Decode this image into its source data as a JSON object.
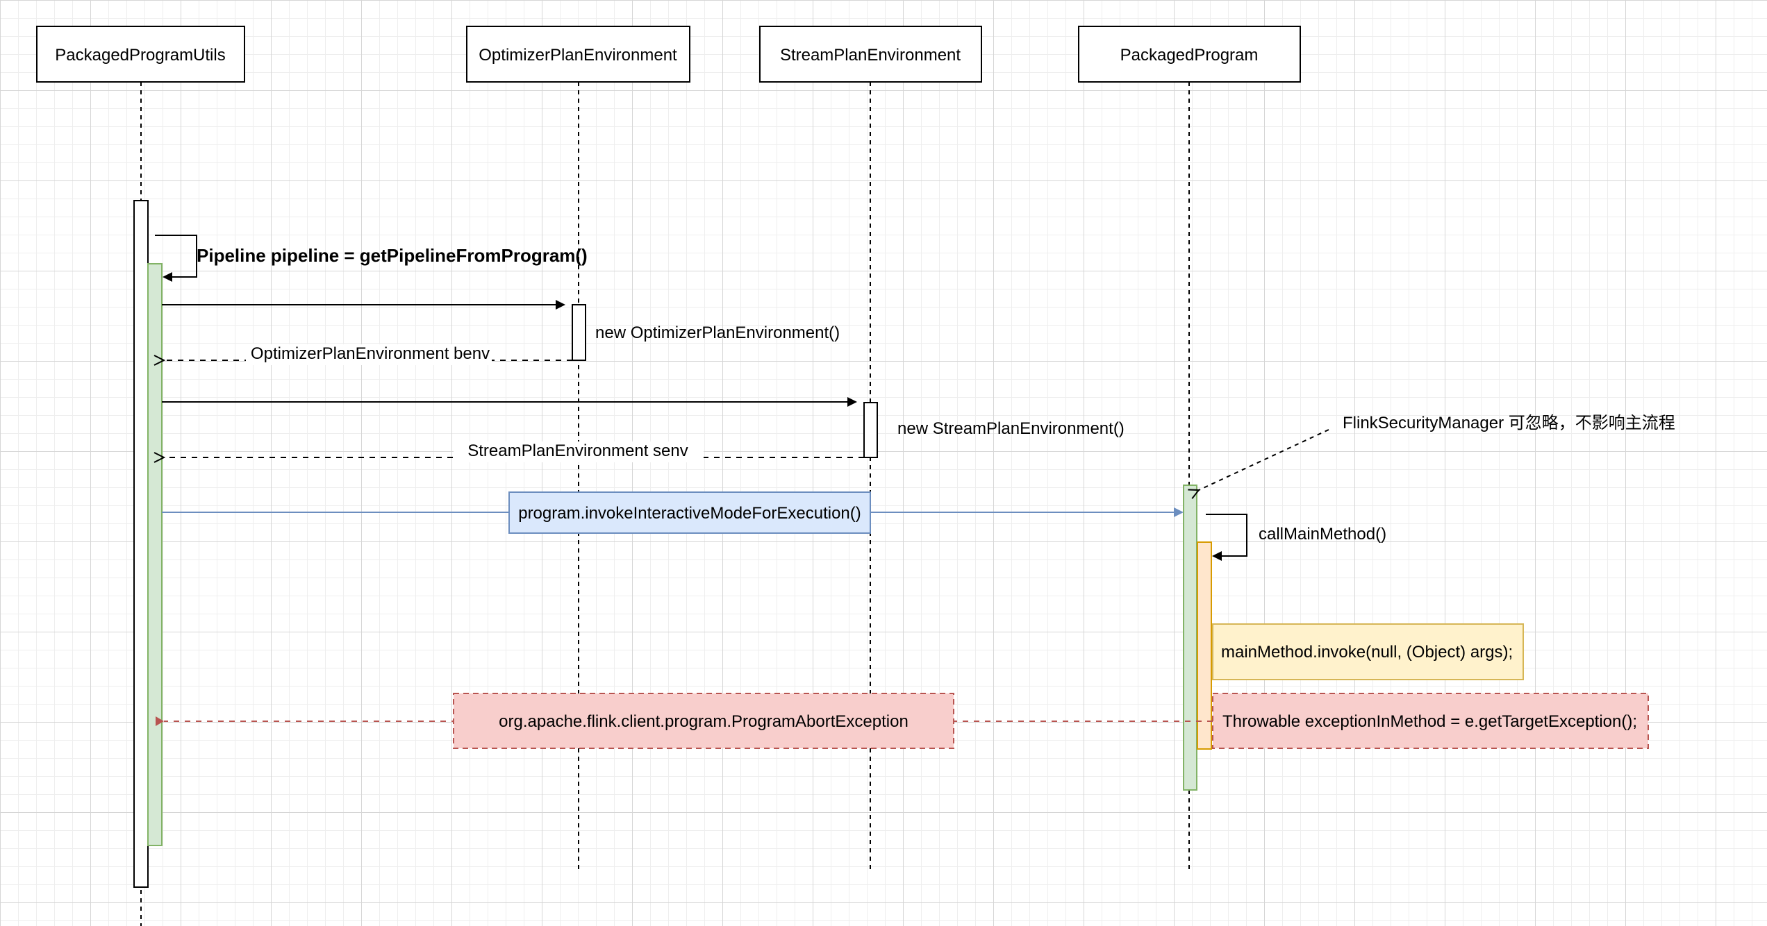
{
  "participants": [
    {
      "id": "utils",
      "label": "PackagedProgramUtils"
    },
    {
      "id": "opt",
      "label": "OptimizerPlanEnvironment"
    },
    {
      "id": "stream",
      "label": "StreamPlanEnvironment"
    },
    {
      "id": "program",
      "label": "PackagedProgram"
    }
  ],
  "messages": {
    "self_call": "Pipeline pipeline = getPipelineFromProgram()",
    "new_opt": "new OptimizerPlanEnvironment()",
    "return_opt": "OptimizerPlanEnvironment benv",
    "new_stream": "new StreamPlanEnvironment()",
    "return_stream": "StreamPlanEnvironment senv",
    "invoke": "program.invokeInteractiveModeForExecution()",
    "call_main": "callMainMethod()",
    "main_invoke": "mainMethod.invoke(null, (Object) args);",
    "exception_in_method": "Throwable exceptionInMethod = e.getTargetException();",
    "abort_exception": "org.apache.flink.client.program.ProgramAbortException",
    "security_note": "FlinkSecurityManager 可忽略，不影响主流程"
  },
  "colors": {
    "activation_green_fill": "#d5e8d4",
    "activation_green_stroke": "#82b366",
    "activation_orange_fill": "#ffe6cc",
    "activation_orange_stroke": "#d79b00",
    "invoke_blue_fill": "#dae8fc",
    "invoke_blue_stroke": "#6c8ebf",
    "note_yellow_fill": "#fff2cc",
    "note_yellow_stroke": "#d6b656",
    "exception_red_fill": "#f8cecc",
    "exception_red_stroke": "#b85450"
  }
}
